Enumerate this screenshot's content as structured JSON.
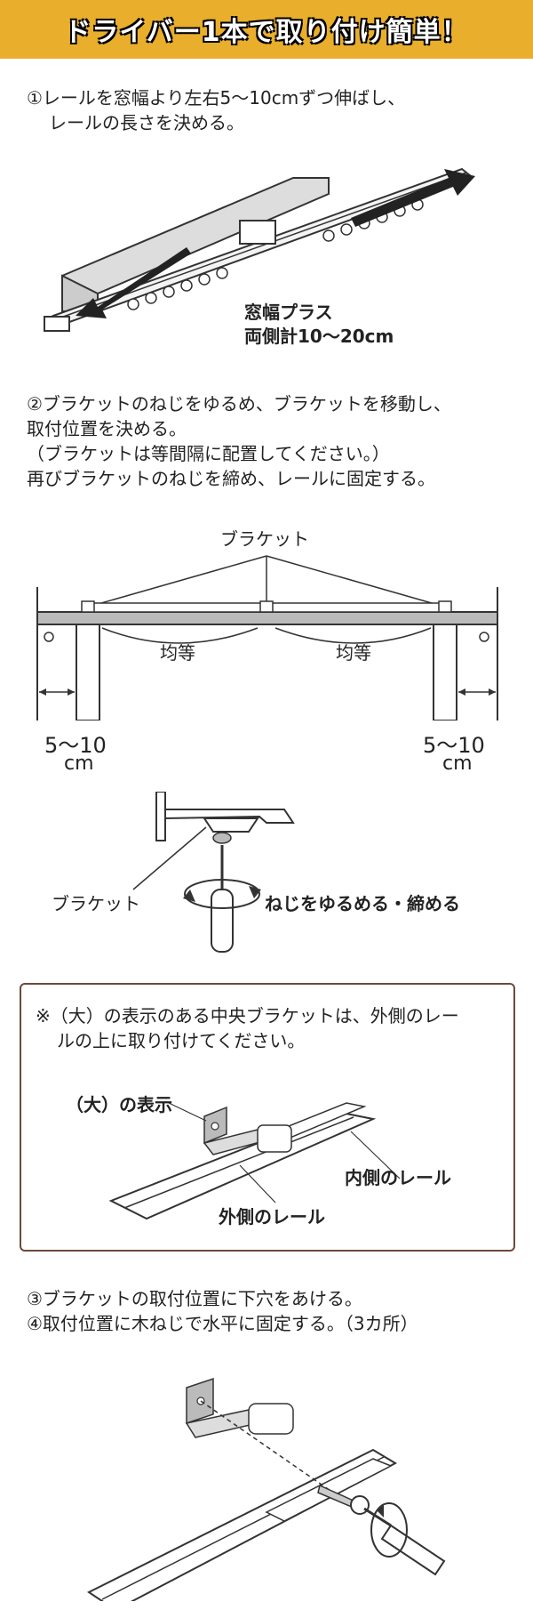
{
  "banner": {
    "title": "ドライバー1本で取り付け簡単！"
  },
  "step1": {
    "line1": "①レールを窓幅より左右5〜10cmずつ伸ばし、",
    "line2": "レールの長さを決める。",
    "label_line1": "窓幅プラス",
    "label_line2": "両側計10〜20cm"
  },
  "step2": {
    "line1": "②ブラケットのねじをゆるめ、ブラケットを移動し、",
    "line2": "取付位置を決める。",
    "line3": "（ブラケットは等間隔に配置してください。）",
    "line4": "再びブラケットのねじを締め、レールに固定する。",
    "bracket_label": "ブラケット",
    "equal_left": "均等",
    "equal_right": "均等",
    "margin_left_value": "5〜10",
    "margin_left_unit": "cm",
    "margin_right_value": "5〜10",
    "margin_right_unit": "cm",
    "bracket_detail_label": "ブラケット",
    "screw_action": "ねじをゆるめる・締める"
  },
  "note": {
    "line1": "※（大）の表示のある中央ブラケットは、外側のレー",
    "line2": "ルの上に取り付けてください。",
    "mark_label": "（大）の表示",
    "inner_rail": "内側のレール",
    "outer_rail": "外側のレール"
  },
  "step34": {
    "line1": "③ブラケットの取付位置に下穴をあける。",
    "line2": "④取付位置に木ねじで水平に固定する。（3カ所）"
  }
}
